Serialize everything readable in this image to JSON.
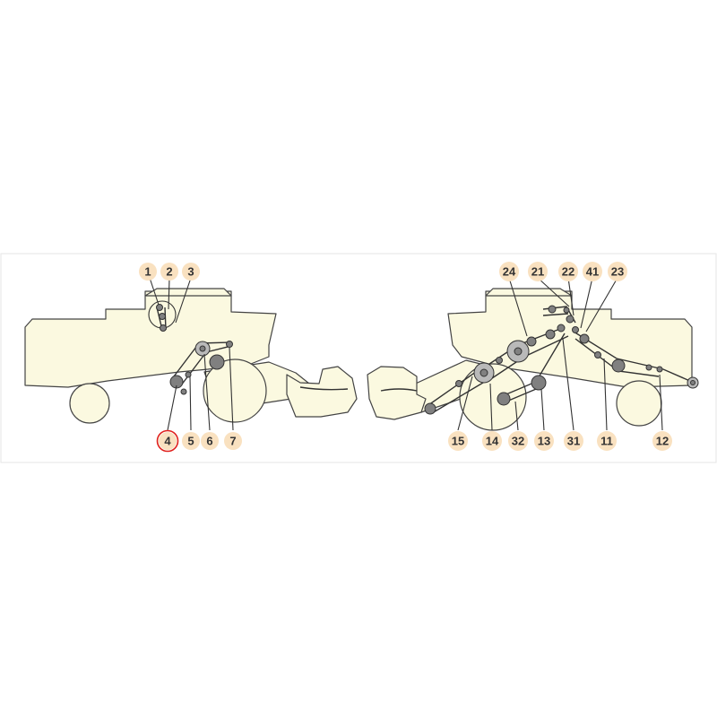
{
  "labels": {
    "left": [
      "1",
      "2",
      "3",
      "4",
      "5",
      "6",
      "7"
    ],
    "right_top": [
      "24",
      "21",
      "22",
      "41",
      "23"
    ],
    "right_bottom": [
      "15",
      "14",
      "32",
      "13",
      "31",
      "11",
      "12"
    ]
  },
  "highlighted_label": "4",
  "colors": {
    "badge": "#f9e1c0",
    "machine_body": "#fbf9e0",
    "highlight": "#e0201c"
  }
}
